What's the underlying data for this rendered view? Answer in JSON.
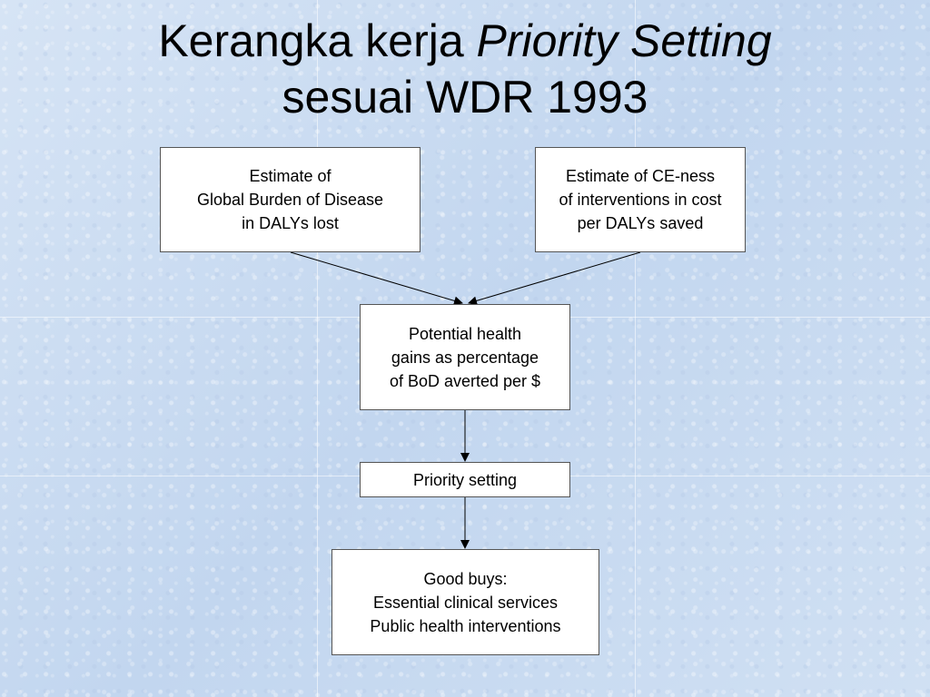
{
  "title": {
    "line1_plain": "Kerangka kerja ",
    "line1_italic": "Priority Setting",
    "line2": "sesuai WDR 1993"
  },
  "diagram": {
    "nodes": [
      {
        "id": "gbd",
        "lines": [
          "Estimate of",
          "Global Burden of Disease",
          "in DALYs lost"
        ]
      },
      {
        "id": "ce",
        "lines": [
          "Estimate of CE-ness",
          "of interventions in cost",
          "per DALYs saved"
        ]
      },
      {
        "id": "gains",
        "lines": [
          "Potential health",
          "gains as percentage",
          "of BoD averted per $"
        ]
      },
      {
        "id": "priority",
        "lines": [
          "Priority setting"
        ]
      },
      {
        "id": "buys",
        "lines": [
          "Good buys:",
          "Essential clinical services",
          "Public health interventions"
        ]
      }
    ],
    "edges": [
      {
        "from": "gbd",
        "to": "gains"
      },
      {
        "from": "ce",
        "to": "gains"
      },
      {
        "from": "gains",
        "to": "priority"
      },
      {
        "from": "priority",
        "to": "buys"
      }
    ]
  }
}
